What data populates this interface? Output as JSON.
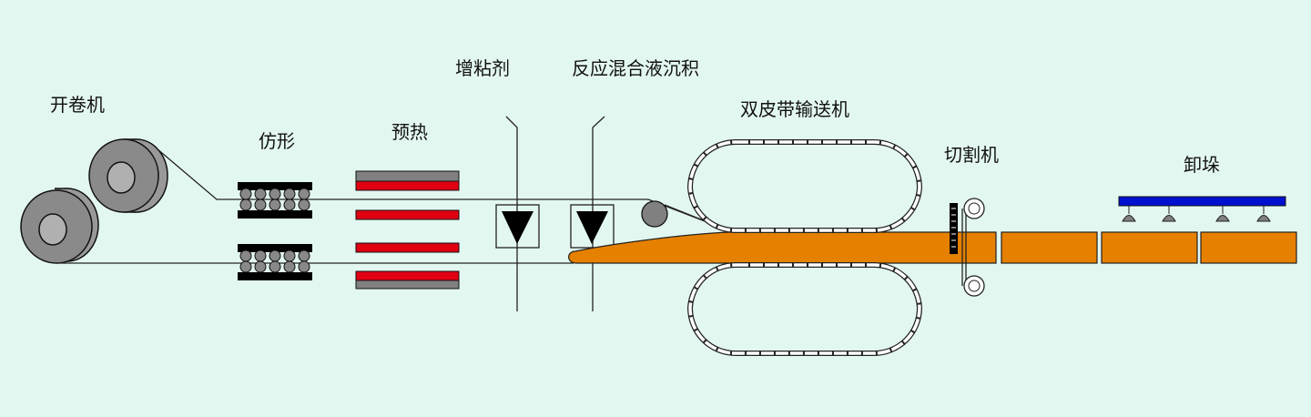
{
  "labels": {
    "uncoiler": "开卷机",
    "forming": "仿形",
    "preheat": "预热",
    "tackifier": "增粘剂",
    "mixture": "反应混合液沉积",
    "belt": "双皮带输送机",
    "cutter": "切割机",
    "unload": "卸垛"
  },
  "colors": {
    "background": "#e3f7f1",
    "panel": "#e68000",
    "heater": "#e00012",
    "steel": "#808080",
    "conveyor": "#0010d0",
    "line": "#222222"
  }
}
